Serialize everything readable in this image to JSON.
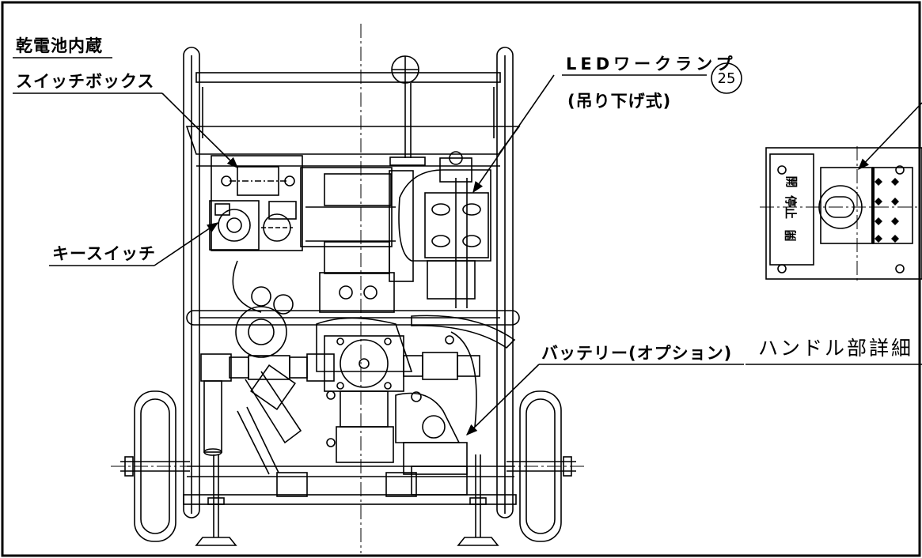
{
  "labels": {
    "battery_box_line1": "乾電池内蔵",
    "battery_box_line2": "スイッチボックス",
    "key_switch": "キースイッチ",
    "led_lamp_line1": "LEDワークランプ",
    "led_lamp_line2": "(吊り下げ式)",
    "led_lamp_balloon": "25",
    "battery_option": "バッテリー(オプション)",
    "handle_detail": "ハンドル部詳細"
  },
  "handle_plate": {
    "open_top": "開",
    "stop": "停止",
    "open_bottom": "開"
  }
}
